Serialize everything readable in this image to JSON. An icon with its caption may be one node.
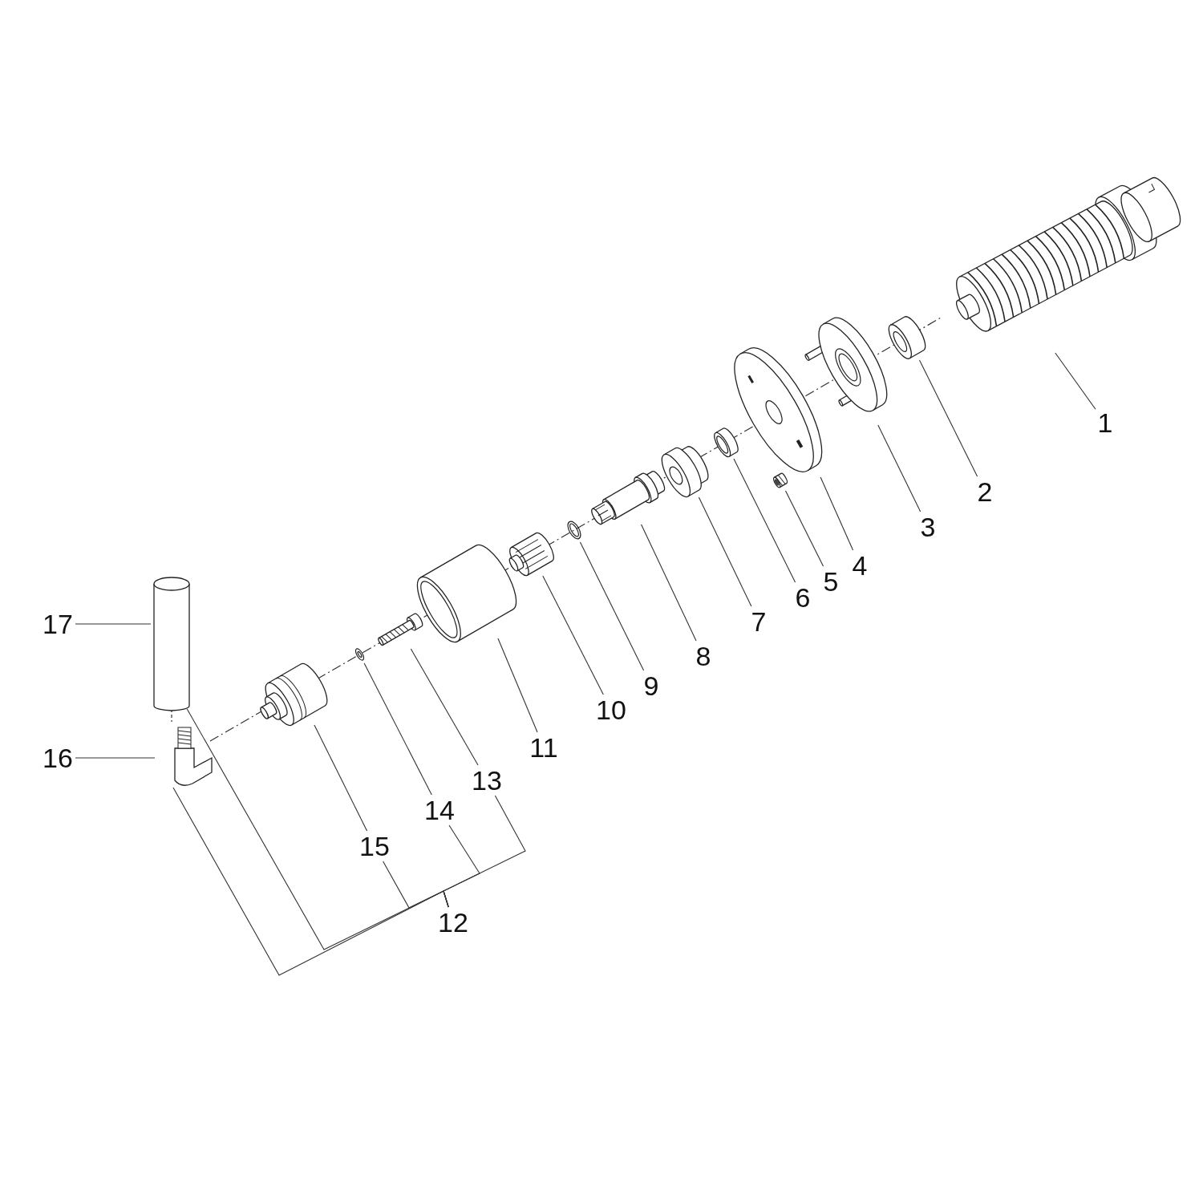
{
  "diagram": {
    "nodes": [
      {
        "text": [
          "1"
        ]
      },
      {
        "text": [
          "2"
        ]
      },
      {
        "text": [
          "3"
        ]
      },
      {
        "text": [
          "4"
        ]
      },
      {
        "text": [
          "5"
        ]
      },
      {
        "text": [
          "6"
        ]
      },
      {
        "text": [
          "7"
        ]
      },
      {
        "text": [
          "8"
        ]
      },
      {
        "text": [
          "9"
        ]
      },
      {
        "text": [
          "10"
        ]
      },
      {
        "text": [
          "11"
        ]
      },
      {
        "text": [
          "12"
        ]
      },
      {
        "text": [
          "13"
        ]
      },
      {
        "text": [
          "14"
        ]
      },
      {
        "text": [
          "15"
        ]
      },
      {
        "text": [
          "16"
        ]
      },
      {
        "text": [
          "17"
        ]
      },
      {
        "text": [],
        "shape": "picture"
      },
      {
        "text": [],
        "shape": "picture"
      },
      {
        "text": [],
        "shape": "picture"
      },
      {
        "text": [],
        "shape": "picture"
      },
      {
        "text": [],
        "shape": "picture"
      },
      {
        "text": [],
        "shape": "picture"
      },
      {
        "text": [],
        "shape": "picture"
      },
      {
        "text": [],
        "shape": "picture"
      },
      {
        "text": [],
        "shape": "picture"
      },
      {
        "text": [],
        "shape": "picture"
      },
      {
        "text": [],
        "shape": "picture"
      },
      {
        "text": [],
        "shape": "picture"
      },
      {
        "text": [],
        "shape": "picture"
      },
      {
        "text": [],
        "shape": "picture"
      },
      {
        "text": [],
        "shape": "picture"
      },
      {
        "text": [],
        "shape": "picture"
      }
    ],
    "edges": [
      {
        "from": 0,
        "to": 17,
        "arrow": "none"
      },
      {
        "from": 1,
        "to": 18,
        "arrow": "none"
      },
      {
        "from": 2,
        "to": 19,
        "arrow": "none"
      },
      {
        "from": 3,
        "to": 20,
        "arrow": "none"
      },
      {
        "from": 4,
        "to": 21,
        "arrow": "none"
      },
      {
        "from": 5,
        "to": 22,
        "arrow": "none"
      },
      {
        "from": 6,
        "to": 23,
        "arrow": "none"
      },
      {
        "from": 7,
        "to": 24,
        "arrow": "none"
      },
      {
        "from": 8,
        "to": 25,
        "arrow": "none"
      },
      {
        "from": 9,
        "to": 26,
        "arrow": "none"
      },
      {
        "from": 10,
        "to": 27,
        "arrow": "none"
      },
      {
        "from": 12,
        "to": 28,
        "arrow": "none"
      },
      {
        "from": 13,
        "to": 29,
        "arrow": "none"
      },
      {
        "from": 14,
        "to": 30,
        "arrow": "none"
      },
      {
        "from": 15,
        "to": 31,
        "arrow": "none"
      },
      {
        "from": 16,
        "to": 32,
        "arrow": "none"
      },
      {
        "from": 11,
        "to": 31,
        "arrow": "none"
      },
      {
        "from": 11,
        "to": 32,
        "arrow": "none"
      },
      {
        "from": 11,
        "to": 14,
        "arrow": "none"
      },
      {
        "from": 11,
        "to": 13,
        "arrow": "none"
      },
      {
        "from": 11,
        "to": 12,
        "arrow": "none"
      }
    ]
  }
}
